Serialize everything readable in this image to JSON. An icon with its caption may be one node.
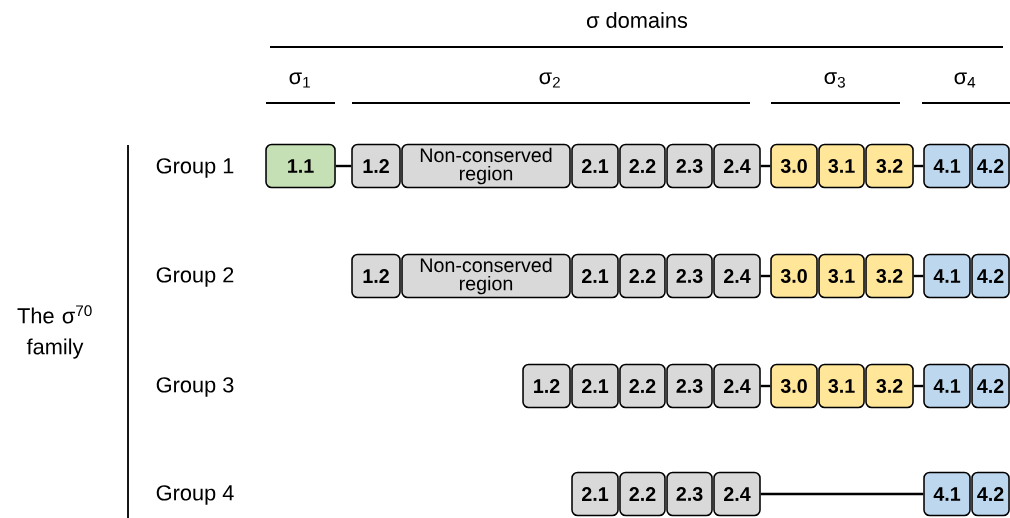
{
  "diagram": {
    "nodes": [
      {
        "text": [
          "1.1"
        ]
      },
      {
        "text": [
          "1.2"
        ]
      },
      {
        "text": [
          "Non-conserved region"
        ]
      },
      {
        "text": [
          "2.1"
        ]
      },
      {
        "text": [
          "2.2"
        ]
      },
      {
        "text": [
          "2.3"
        ]
      },
      {
        "text": [
          "2.4"
        ]
      },
      {
        "text": [
          "3.0"
        ]
      },
      {
        "text": [
          "3.1"
        ]
      },
      {
        "text": [
          "3.2"
        ]
      },
      {
        "text": [
          "4.1"
        ]
      },
      {
        "text": [
          "4.2"
        ]
      },
      {
        "text": [
          "1.2"
        ]
      },
      {
        "text": [
          "Non-conserved region"
        ]
      },
      {
        "text": [
          "2.1"
        ]
      },
      {
        "text": [
          "2.2"
        ]
      },
      {
        "text": [
          "2.3"
        ]
      },
      {
        "text": [
          "2.4"
        ]
      },
      {
        "text": [
          "3.0"
        ]
      },
      {
        "text": [
          "3.1"
        ]
      },
      {
        "text": [
          "3.2"
        ]
      },
      {
        "text": [
          "4.1"
        ]
      },
      {
        "text": [
          "4.2"
        ]
      },
      {
        "text": [
          "1.2"
        ]
      },
      {
        "text": [
          "2.1"
        ]
      },
      {
        "text": [
          "2.2"
        ]
      },
      {
        "text": [
          "2.3"
        ]
      },
      {
        "text": [
          "2.4"
        ]
      },
      {
        "text": [
          "3.0"
        ]
      },
      {
        "text": [
          "3.1"
        ]
      },
      {
        "text": [
          "3.2"
        ]
      },
      {
        "text": [
          "4.1"
        ]
      },
      {
        "text": [
          "4.2"
        ]
      },
      {
        "text": [
          "2.1"
        ]
      },
      {
        "text": [
          "2.2"
        ]
      },
      {
        "text": [
          "2.3"
        ]
      },
      {
        "text": [
          "2.4"
        ]
      },
      {
        "text": [
          "4.1"
        ]
      },
      {
        "text": [
          "4.2"
        ]
      }
    ],
    "edges": [
      {
        "from": 0,
        "to": 1,
        "arrow": "none"
      },
      {
        "from": 6,
        "to": 7,
        "arrow": "none"
      },
      {
        "from": 9,
        "to": 10,
        "arrow": "none"
      },
      {
        "from": 17,
        "to": 18,
        "arrow": "none"
      },
      {
        "from": 20,
        "to": 21,
        "arrow": "none"
      },
      {
        "from": 27,
        "to": 28,
        "arrow": "none"
      },
      {
        "from": 30,
        "to": 31,
        "arrow": "none"
      },
      {
        "from": 36,
        "to": 37,
        "arrow": "none"
      }
    ],
    "labels": [
      "σ domains",
      "σ$_{1}$",
      "σ$_{2}$",
      "σ$_{3}$",
      "σ$_{4}$",
      "Group 1",
      "Group 2",
      "The σ$^{70}$ family",
      "Group 3",
      "Group 4"
    ]
  }
}
